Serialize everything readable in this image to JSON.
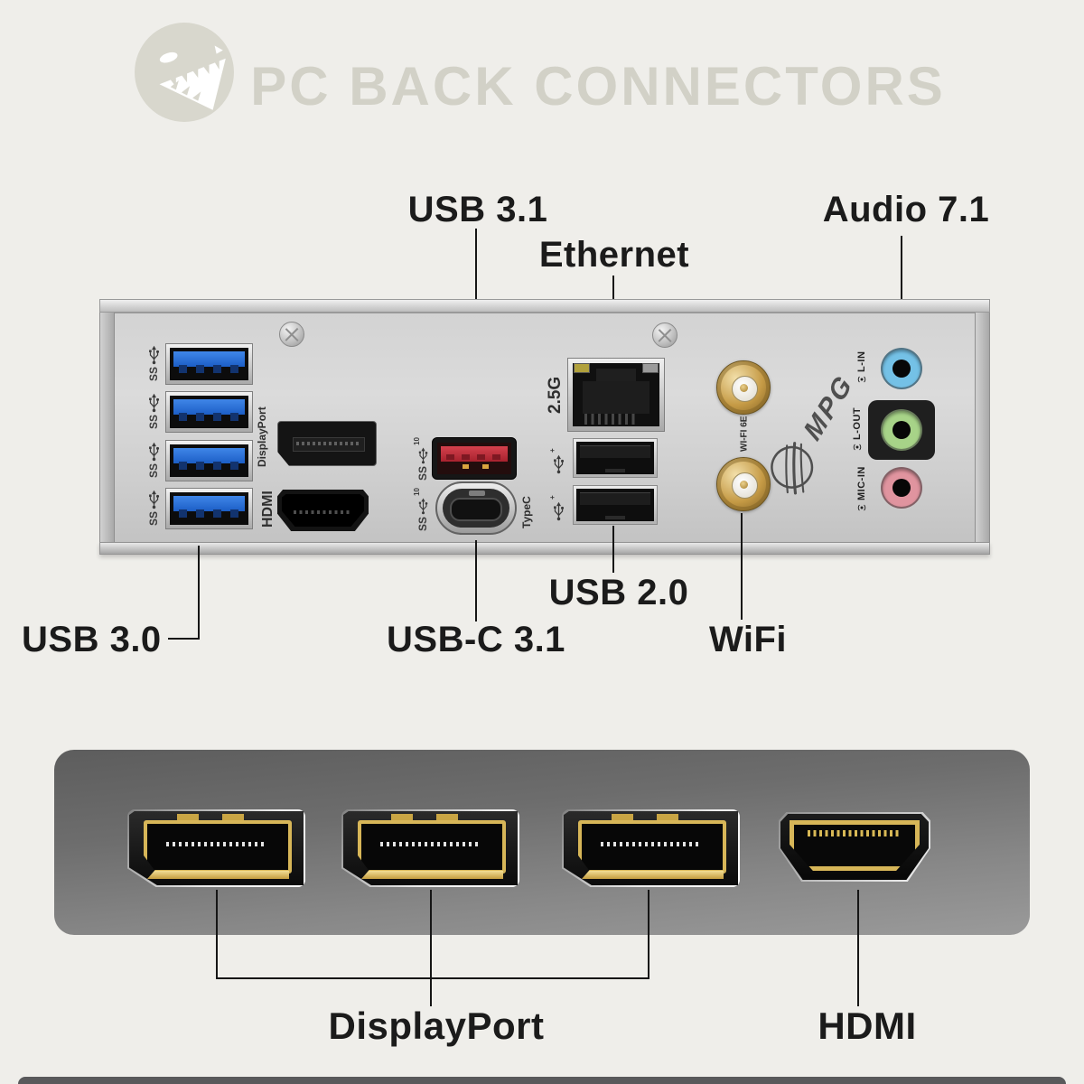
{
  "header": {
    "title": "PC BACK CONNECTORS"
  },
  "annotations": {
    "top": [
      {
        "id": "usb31",
        "text": "USB 3.1"
      },
      {
        "id": "ethernet",
        "text": "Ethernet"
      },
      {
        "id": "audio71",
        "text": "Audio 7.1"
      }
    ],
    "bottom": [
      {
        "id": "usb30",
        "text": "USB 3.0"
      },
      {
        "id": "usbc31",
        "text": "USB-C 3.1"
      },
      {
        "id": "usb20",
        "text": "USB 2.0"
      },
      {
        "id": "wifi",
        "text": "WiFi"
      }
    ]
  },
  "gpu": {
    "labels": [
      {
        "id": "displayport",
        "text": "DisplayPort"
      },
      {
        "id": "hdmi",
        "text": "HDMI"
      }
    ],
    "displayport_count": 3,
    "hdmi_count": 1
  },
  "markings": {
    "displayport": "DisplayPort",
    "hdmi": "HDMI",
    "ethernet_speed": "2.5G",
    "typec": "TypeC",
    "wifi": "WI-FI 6E",
    "brand": "MPG",
    "audio_in": "L-IN",
    "audio_out": "L-OUT",
    "audio_mic": "MIC-IN"
  },
  "icons": {
    "ss_text": "SS",
    "gen2_text": "10",
    "plus_text": "+",
    "names": [
      "dinosaur-logo",
      "ss-usb3-icon",
      "ss10-usb-gen2-icon",
      "usb2-trident-icon",
      "speaker-icon",
      "mpg-claw-emblem",
      "phillips-screw"
    ]
  },
  "colors": {
    "background": "#efeeea",
    "title_gray": "#d2d1c7",
    "usb3_blue": "#2b72d8",
    "usb31_red": "#c23540",
    "audio_line_in": "#74c1e6",
    "audio_line_out": "#a7d388",
    "audio_mic": "#e0949f",
    "antenna_gold": "#c59a45",
    "gpu_gold": "#d7b658"
  }
}
